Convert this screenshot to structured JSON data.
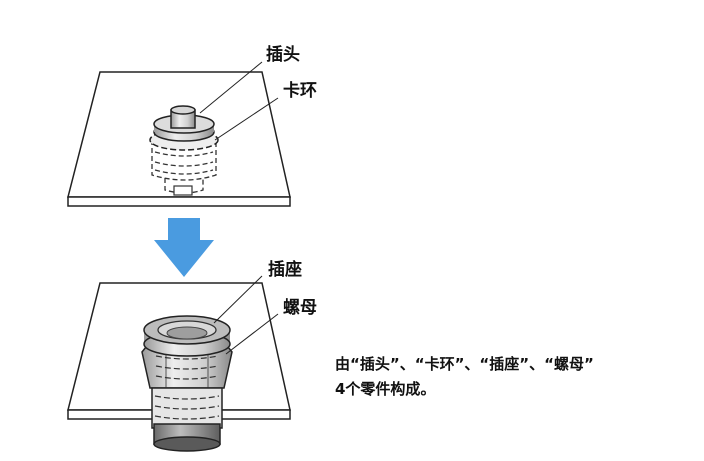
{
  "labels": {
    "plug": "插头",
    "clip": "卡环",
    "socket": "插座",
    "nut": "螺母"
  },
  "description": {
    "line1": "由“插头”、“卡环”、“插座”、“螺母”",
    "line2": "4个零件构成。"
  },
  "colors": {
    "arrow": "#4a9be0",
    "outline": "#222222",
    "plate": "#ffffff",
    "metal": "#dedede",
    "metal_dark": "#a8a8a8"
  }
}
